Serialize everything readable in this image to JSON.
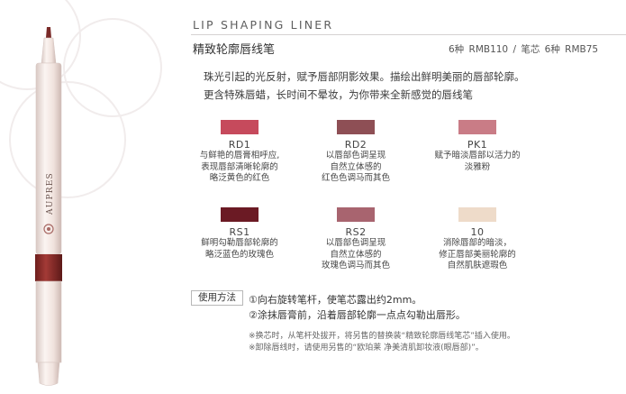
{
  "header": {
    "en_title": "LIP SHAPING LINER",
    "cn_title": "精致轮廓唇线笔",
    "price": "6种  RMB110 / 笔芯  6种  RMB75"
  },
  "description": {
    "line1": "珠光引起的光反射，赋予唇部阴影效果。描绘出鲜明美丽的唇部轮廓。",
    "line2": "更含特殊唇蜡，长时间不晕妆，为你带来全新感觉的唇线笔"
  },
  "brand_mark": "AUPRES",
  "shades": [
    {
      "code": "RD1",
      "color": "#c64a5c",
      "lines": [
        "与鲜艳的唇膏相呼应,",
        "表现唇部清晰轮廓的",
        "略泛黄色的红色"
      ]
    },
    {
      "code": "RD2",
      "color": "#8e4f55",
      "lines": [
        "以唇部色调呈现",
        "自然立体感的",
        "红色色调马而其色"
      ]
    },
    {
      "code": "PK1",
      "color": "#c97c86",
      "lines": [
        "赋予暗淡唇部以活力的",
        "淡雅粉"
      ]
    },
    {
      "code": "RS1",
      "color": "#6b1a24",
      "lines": [
        "鲜明勾勒唇部轮廓的",
        "略泛蓝色的玫瑰色"
      ]
    },
    {
      "code": "RS2",
      "color": "#a8646f",
      "lines": [
        "以唇部色调呈现",
        "自然立体感的",
        "玫瑰色调马而其色"
      ]
    },
    {
      "code": "10",
      "color": "#eedbc9",
      "lines": [
        "消除唇部的暗淡，",
        "修正唇部美丽轮廓的",
        "自然肌肤遮瑕色"
      ]
    }
  ],
  "usage": {
    "label": "使用方法",
    "step1": "①向右旋转笔杆，使笔芯露出约2mm。",
    "step2": "②涂抹唇膏前，沿着唇部轮廓一点点勾勒出唇形。",
    "note1": "※换芯时，从笔杆处拔开，将另售的替换装“精致轮廓唇线笔芯”插入使用。",
    "note2": "※卸除唇线时，请使用另售的“欧珀莱 净美清肌卸妆液(眼唇部)”。"
  },
  "colors": {
    "pencil_body": "#f2e6e2",
    "pencil_band": "#8a2c2a",
    "text": "#3a3a3a"
  }
}
